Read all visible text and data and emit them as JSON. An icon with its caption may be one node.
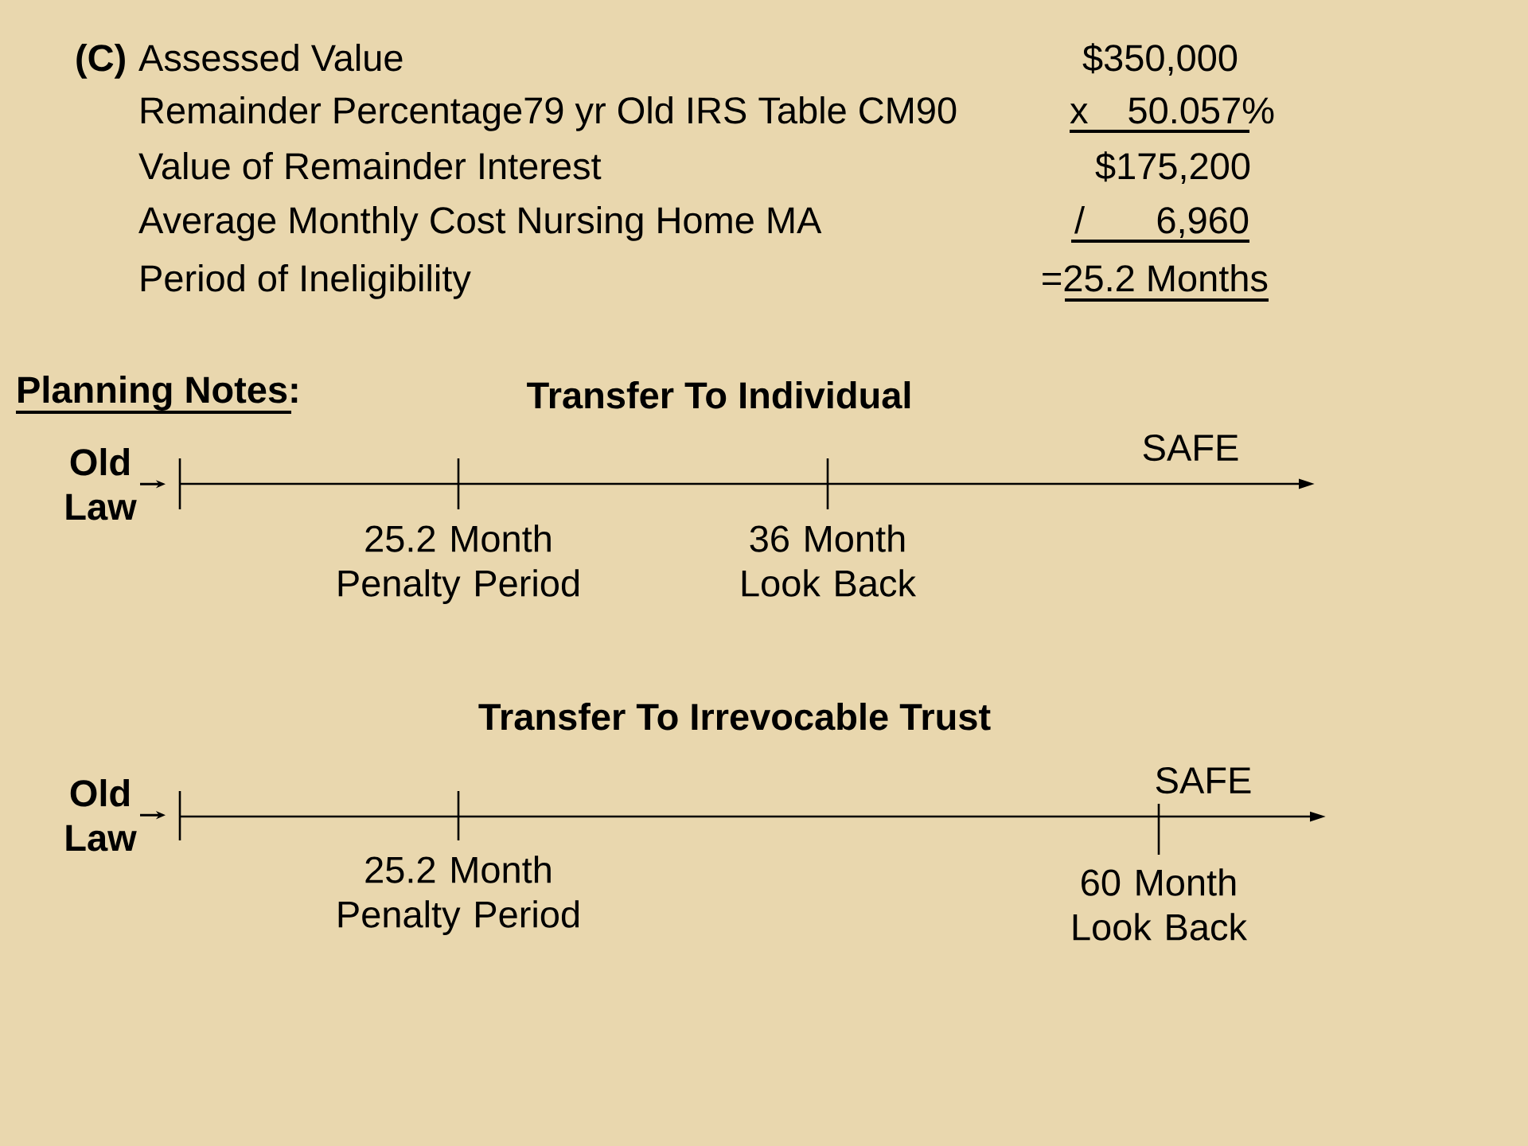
{
  "diagram": {
    "nodes": [
      {
        "text": [
          "Old Law"
        ]
      },
      {
        "text": [
          "Old Law"
        ]
      }
    ],
    "edges": [
      {
        "from": 0,
        "to": null,
        "arrow": "to"
      },
      {
        "from": 1,
        "to": null,
        "arrow": "to"
      }
    ],
    "labels": [
      "(C)",
      "Assessed Value",
      "$350,000",
      "Remainder Percentage79 yr Old IRS Table CM90",
      "x",
      "50.057%",
      "Value of Remainder Interest",
      "$175,200",
      "Average Monthly Cost Nursing Home MA",
      "/",
      "6,960",
      "Period of Ineligibility",
      "=25.2 Months",
      "Planning Notes:",
      "Transfer To Individual",
      "SAFE",
      "25.2 Month Penalty Period",
      "36 Month Look Back",
      "Transfer To Irrevocable Trust",
      "SAFE",
      "25.2 Month Penalty Period",
      "60 Month Look Back"
    ]
  }
}
